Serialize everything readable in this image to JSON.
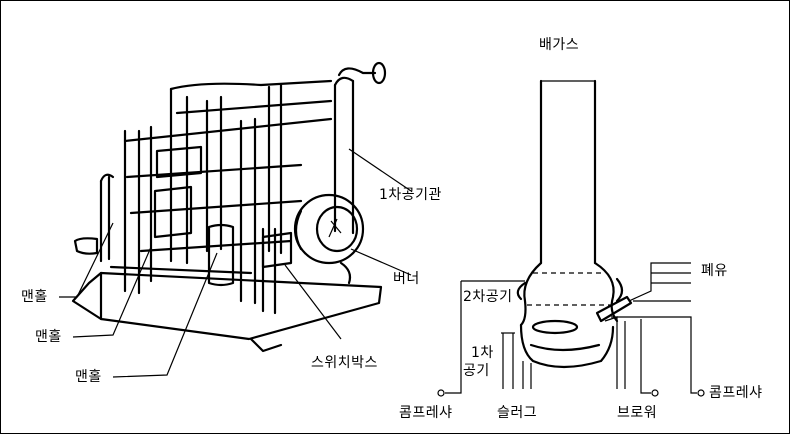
{
  "left_figure": {
    "labels": {
      "primary_air_pipe": "1차공기관",
      "burner": "버너",
      "switch_box": "스위치박스",
      "manhole_1": "맨홀",
      "manhole_2": "맨홀",
      "manhole_3": "맨홀"
    }
  },
  "right_figure": {
    "labels": {
      "exhaust_gas": "배가스",
      "waste_oil": "폐유",
      "secondary_air": "2차공기",
      "primary_air_line1": "1차",
      "primary_air_line2": "공기",
      "compressor_left": "콤프레샤",
      "slag": "슬러그",
      "blower": "브로워",
      "compressor_right": "콤프레샤"
    }
  }
}
